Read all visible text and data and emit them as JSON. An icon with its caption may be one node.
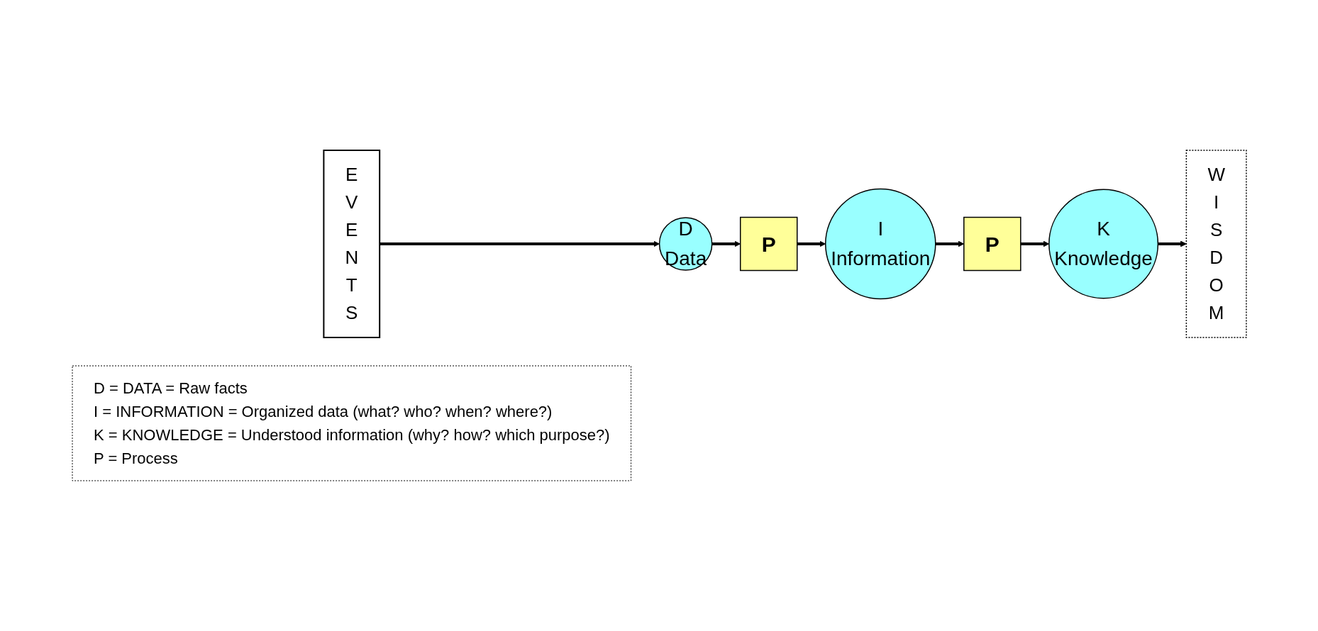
{
  "diagram": {
    "nodes": [
      {
        "text": [
          "E V E N T S"
        ]
      },
      {
        "text": [
          "D",
          "Data"
        ]
      },
      {
        "text": [
          "P"
        ]
      },
      {
        "text": [
          "I",
          "Information"
        ]
      },
      {
        "text": [
          "P"
        ]
      },
      {
        "text": [
          "K",
          "Knowledge"
        ]
      },
      {
        "text": [
          "W I S D O M"
        ]
      },
      {
        "text": [
          "D = DATA = Raw facts",
          "I = INFORMATION = Organized data (what? who? when? where?)",
          "K = KNOWLEDGE = Understood information (why? how? which purpose?)",
          "P = Process"
        ]
      }
    ],
    "edges": [
      {
        "from": 0,
        "to": 1,
        "arrow": "to"
      },
      {
        "from": 1,
        "to": 2,
        "arrow": "to"
      },
      {
        "from": 2,
        "to": 3,
        "arrow": "to"
      },
      {
        "from": 3,
        "to": 4,
        "arrow": "to"
      },
      {
        "from": 4,
        "to": 5,
        "arrow": "to"
      },
      {
        "from": 5,
        "to": 6,
        "arrow": "to"
      }
    ]
  }
}
